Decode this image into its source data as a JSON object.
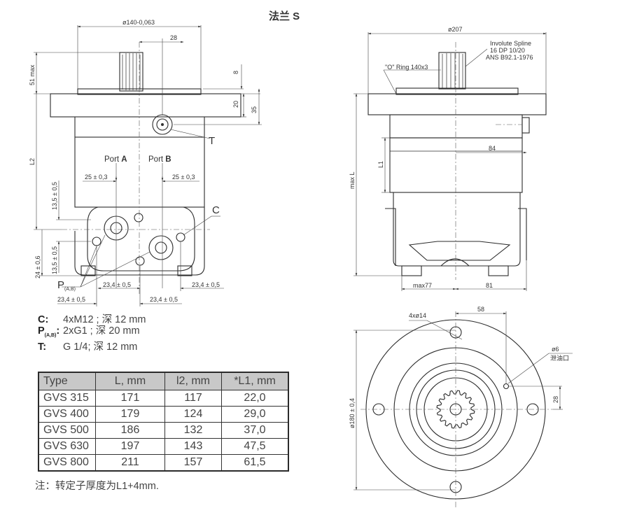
{
  "title": "法兰 S",
  "front_view": {
    "dims": {
      "flange_dia": "ø140-0,063",
      "offset_28": "28",
      "d8": "8",
      "d20": "20",
      "d35": "35",
      "max51": "51 max",
      "L2": "L2",
      "d13_5_top": "13,5 ± 0,5",
      "d13_5_bot": "13,5 ± 0,5",
      "d24": "24 ± 0,6",
      "d25_left": "25 ± 0,3",
      "d25_right": "25 ± 0,3",
      "d23_4_a": "23,4 ± 0,5",
      "d23_4_b": "23,4 ± 0,5",
      "d23_4_c": "23,4 ± 0,5",
      "d23_4_d": "23,4 ± 0,5"
    },
    "labels": {
      "port_a_prefix": "Port ",
      "port_a_letter": "A",
      "port_b_prefix": "Port ",
      "port_b_letter": "B",
      "t": "T",
      "c": "C",
      "p_main": "P",
      "p_sub": "(A,B)"
    }
  },
  "side_view": {
    "dims": {
      "dia207": "ø207",
      "maxL": "max L",
      "L1": "L1",
      "d84": "84",
      "max77": "max77",
      "d81": "81"
    },
    "labels": {
      "spline_line1": "Involute Spline",
      "spline_line2": "16 DP 10/20",
      "spline_line3": "ANS B92.1-1976",
      "oring": "\"O\"  Ring 140x3"
    }
  },
  "bottom_view": {
    "dims": {
      "holes": "4xø14",
      "d58": "58",
      "d6": "ø6",
      "d28": "28",
      "dia180": "ø180 ± 0,4"
    },
    "labels": {
      "drain": "泄油口"
    }
  },
  "legend": [
    {
      "key": "C:",
      "value": "4xM12  ; 深  12  mm"
    },
    {
      "key": "P",
      "key_sub": "(A,B)",
      "key_suffix": ":",
      "value": "2xG1    ; 深  20  mm"
    },
    {
      "key": "T:",
      "value": "G 1/4; 深 12 mm"
    }
  ],
  "table": {
    "headers": [
      "Type",
      "L, mm",
      "l2, mm",
      "*L1, mm"
    ],
    "rows": [
      [
        "GVS 315",
        "171",
        "117",
        "22,0"
      ],
      [
        "GVS 400",
        "179",
        "124",
        "29,0"
      ],
      [
        "GVS 500",
        "186",
        "132",
        "37,0"
      ],
      [
        "GVS 630",
        "197",
        "143",
        "47,5"
      ],
      [
        "GVS 800",
        "211",
        "157",
        "61,5"
      ]
    ]
  },
  "note": "注：转定子厚度为L1+4mm."
}
